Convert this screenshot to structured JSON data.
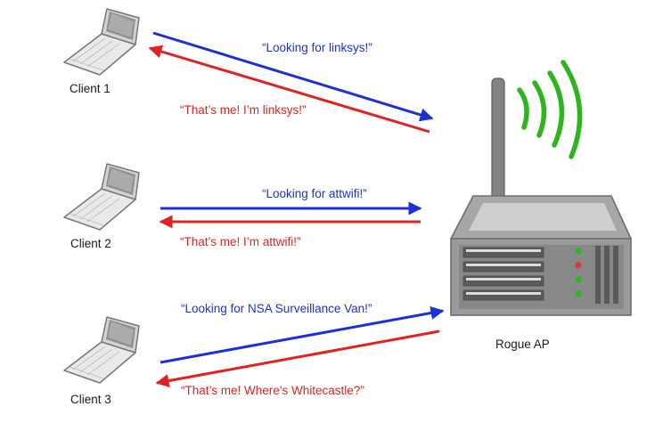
{
  "clients": [
    {
      "label": "Client 1",
      "request": "“Looking for linksys!”",
      "response": "“That’s me! I’m linksys!”"
    },
    {
      "label": "Client 2",
      "request": "“Looking for attwifi!”",
      "response": "“That’s me! I’m attwifi!”"
    },
    {
      "label": "Client 3",
      "request": "“Looking for NSA Surveillance Van!”",
      "response": "“That’s me! Where’s Whitecastle?”"
    }
  ],
  "access_point": {
    "label": "Rogue AP"
  },
  "colors": {
    "request": "#1f2fd8",
    "response": "#e02222",
    "signal": "#2fb31f",
    "device": "#7d7d7d"
  }
}
